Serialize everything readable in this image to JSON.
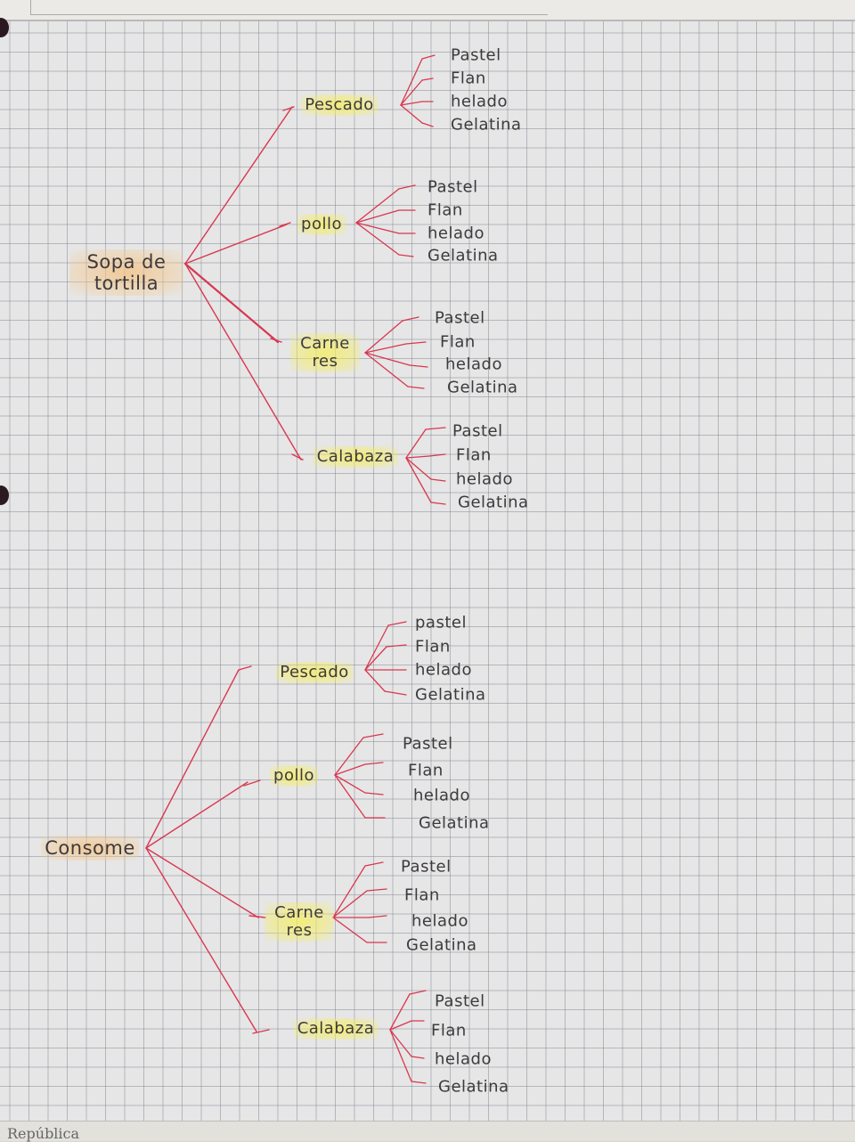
{
  "footer_text": "República",
  "colors": {
    "line": "#d9374f",
    "highlight_yellow": "#f6ee5a",
    "highlight_orange": "#f5be78",
    "ink": "#3d3a3c"
  },
  "trees": [
    {
      "root": "Sopa de tortilla",
      "branches": [
        {
          "label": "Pescado",
          "leaves": [
            "Pastel",
            "Flan",
            "helado",
            "Gelatina"
          ]
        },
        {
          "label": "pollo",
          "leaves": [
            "Pastel",
            "Flan",
            "helado",
            "Gelatina"
          ]
        },
        {
          "label": "Carne res",
          "leaves": [
            "Pastel",
            "Flan",
            "helado",
            "Gelatina"
          ]
        },
        {
          "label": "Calabaza",
          "leaves": [
            "Pastel",
            "Flan",
            "helado",
            "Gelatina"
          ]
        }
      ]
    },
    {
      "root": "Consome",
      "branches": [
        {
          "label": "Pescado",
          "leaves": [
            "pastel",
            "Flan",
            "helado",
            "Gelatina"
          ]
        },
        {
          "label": "pollo",
          "leaves": [
            "Pastel",
            "Flan",
            "helado",
            "Gelatina"
          ]
        },
        {
          "label": "Carne res",
          "leaves": [
            "Pastel",
            "Flan",
            "helado",
            "Gelatina"
          ]
        },
        {
          "label": "Calabaza",
          "leaves": [
            "Pastel",
            "Flan",
            "helado",
            "Gelatina"
          ]
        }
      ]
    }
  ]
}
